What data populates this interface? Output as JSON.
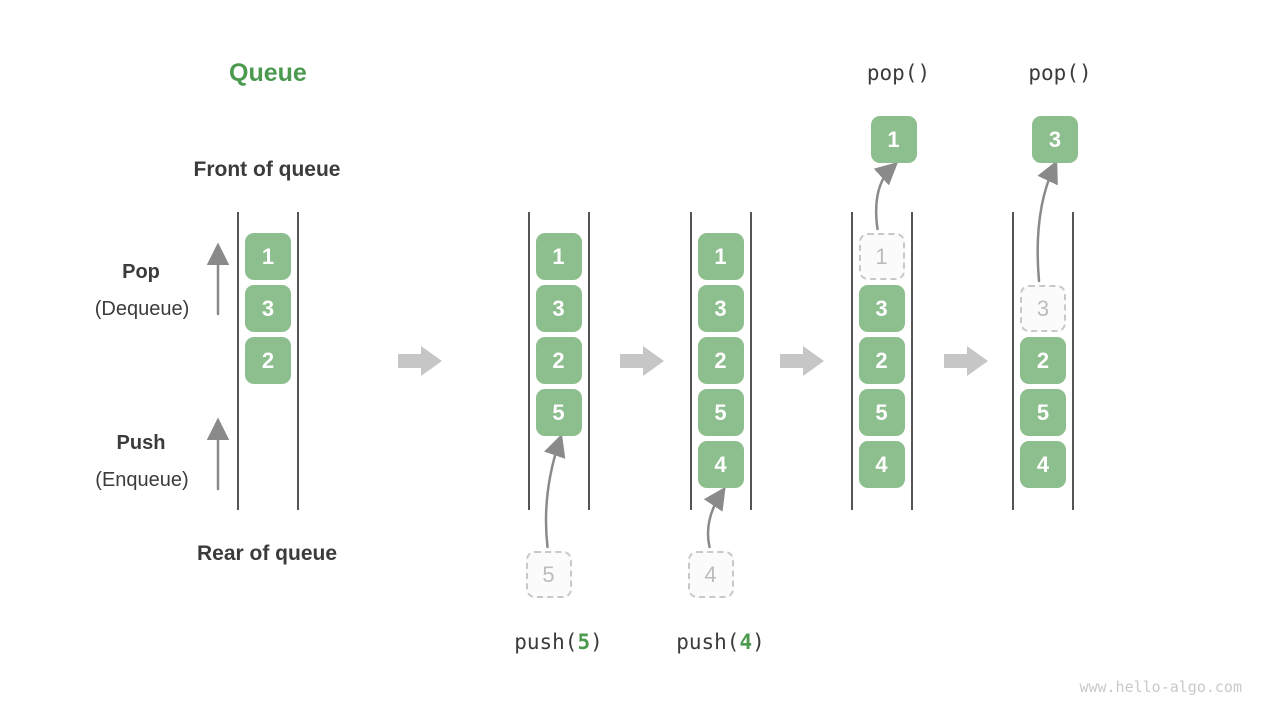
{
  "title": "Queue",
  "watermark": "www.hello-algo.com",
  "side_labels": {
    "front": "Front of queue",
    "rear": "Rear of queue",
    "pop_title": "Pop",
    "pop_sub": "(Dequeue)",
    "push_title": "Push",
    "push_sub": "(Enqueue)"
  },
  "colors": {
    "accent_green": "#4c9a50",
    "box_fill": "#8dbe8d",
    "box_text": "#ffffff",
    "dashed_border": "#c8c8c8",
    "dashed_fill": "#fbfbfb",
    "dashed_text": "#bcbcbc",
    "rail": "#555555",
    "arrow": "#8a8a8a",
    "block_arrow": "#c6c6c6",
    "text_dark": "#3b3b3b",
    "watermark_text": "#c9c9c9"
  },
  "icons": {
    "step_arrow": "right-block-arrow-icon",
    "direction_arrow": "up-arrow-icon"
  },
  "columns": [
    {
      "name": "state-initial",
      "slots": [
        {
          "row": 0,
          "value": "1",
          "variant": "filled"
        },
        {
          "row": 1,
          "value": "3",
          "variant": "filled"
        },
        {
          "row": 2,
          "value": "2",
          "variant": "filled"
        }
      ]
    },
    {
      "name": "state-after-push-5",
      "slots": [
        {
          "row": 0,
          "value": "1",
          "variant": "filled"
        },
        {
          "row": 1,
          "value": "3",
          "variant": "filled"
        },
        {
          "row": 2,
          "value": "2",
          "variant": "filled"
        },
        {
          "row": 3,
          "value": "5",
          "variant": "filled"
        }
      ],
      "push": {
        "staged_value": "5",
        "label_pre": "push(",
        "label_num": "5",
        "label_post": ")"
      }
    },
    {
      "name": "state-after-push-4",
      "slots": [
        {
          "row": 0,
          "value": "1",
          "variant": "filled"
        },
        {
          "row": 1,
          "value": "3",
          "variant": "filled"
        },
        {
          "row": 2,
          "value": "2",
          "variant": "filled"
        },
        {
          "row": 3,
          "value": "5",
          "variant": "filled"
        },
        {
          "row": 4,
          "value": "4",
          "variant": "filled"
        }
      ],
      "push": {
        "staged_value": "4",
        "label_pre": "push(",
        "label_num": "4",
        "label_post": ")"
      }
    },
    {
      "name": "state-after-pop-1",
      "slots": [
        {
          "row": 0,
          "value": "1",
          "variant": "dashed"
        },
        {
          "row": 1,
          "value": "3",
          "variant": "filled"
        },
        {
          "row": 2,
          "value": "2",
          "variant": "filled"
        },
        {
          "row": 3,
          "value": "5",
          "variant": "filled"
        },
        {
          "row": 4,
          "value": "4",
          "variant": "filled"
        }
      ],
      "pop": {
        "label": "pop()",
        "popped_value": "1",
        "from_row": 0
      }
    },
    {
      "name": "state-after-pop-3",
      "slots": [
        {
          "row": 1,
          "value": "3",
          "variant": "dashed"
        },
        {
          "row": 2,
          "value": "2",
          "variant": "filled"
        },
        {
          "row": 3,
          "value": "5",
          "variant": "filled"
        },
        {
          "row": 4,
          "value": "4",
          "variant": "filled"
        }
      ],
      "pop": {
        "label": "pop()",
        "popped_value": "3",
        "from_row": 1
      }
    }
  ]
}
